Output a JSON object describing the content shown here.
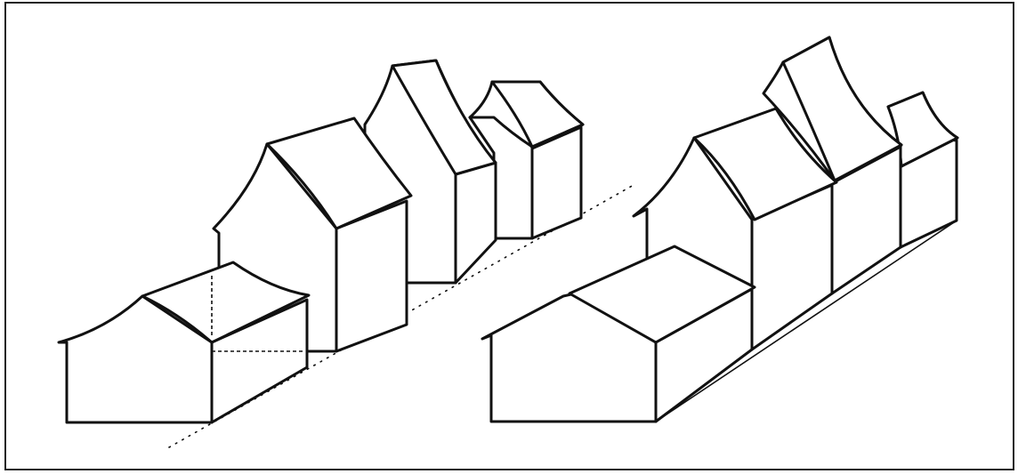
{
  "figure": {
    "background": "#ffffff",
    "ink": "#111111",
    "left_row": {
      "houses": [
        {
          "id": "front",
          "roof": "curved-eaves"
        },
        {
          "id": "middle",
          "roof": "curved-eaves"
        },
        {
          "id": "tall",
          "roof": "curved-eaves"
        },
        {
          "id": "back",
          "roof": "curved-eaves"
        }
      ],
      "style": "detached, spaced along a dotted ground line"
    },
    "right_row": {
      "houses": [
        {
          "id": "front",
          "roof": "gable"
        },
        {
          "id": "middle",
          "roof": "curved-eaves"
        },
        {
          "id": "tall",
          "roof": "curved-eaves"
        },
        {
          "id": "back",
          "roof": "curved-eaves"
        }
      ],
      "style": "terraced, joined in a continuous row"
    }
  }
}
